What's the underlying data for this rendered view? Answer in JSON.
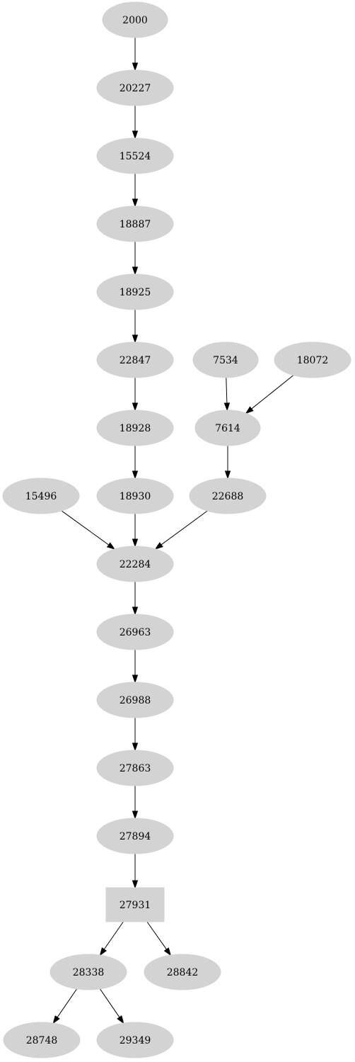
{
  "colors": {
    "node_fill": "#d3d3d3",
    "edge": "#000000",
    "text": "#000000",
    "background": "#ffffff"
  },
  "nodes": [
    {
      "id": "n2000",
      "label": "2000",
      "shape": "ellipse"
    },
    {
      "id": "n20227",
      "label": "20227",
      "shape": "ellipse"
    },
    {
      "id": "n15524",
      "label": "15524",
      "shape": "ellipse"
    },
    {
      "id": "n18887",
      "label": "18887",
      "shape": "ellipse"
    },
    {
      "id": "n18925",
      "label": "18925",
      "shape": "ellipse"
    },
    {
      "id": "n22847",
      "label": "22847",
      "shape": "ellipse"
    },
    {
      "id": "n7534",
      "label": "7534",
      "shape": "ellipse"
    },
    {
      "id": "n18072",
      "label": "18072",
      "shape": "ellipse"
    },
    {
      "id": "n18928",
      "label": "18928",
      "shape": "ellipse"
    },
    {
      "id": "n7614",
      "label": "7614",
      "shape": "ellipse"
    },
    {
      "id": "n15496",
      "label": "15496",
      "shape": "ellipse"
    },
    {
      "id": "n18930",
      "label": "18930",
      "shape": "ellipse"
    },
    {
      "id": "n22688",
      "label": "22688",
      "shape": "ellipse"
    },
    {
      "id": "n22284",
      "label": "22284",
      "shape": "ellipse"
    },
    {
      "id": "n26963",
      "label": "26963",
      "shape": "ellipse"
    },
    {
      "id": "n26988",
      "label": "26988",
      "shape": "ellipse"
    },
    {
      "id": "n27863",
      "label": "27863",
      "shape": "ellipse"
    },
    {
      "id": "n27894",
      "label": "27894",
      "shape": "ellipse"
    },
    {
      "id": "n27931",
      "label": "27931",
      "shape": "box"
    },
    {
      "id": "n28338",
      "label": "28338",
      "shape": "ellipse"
    },
    {
      "id": "n28842",
      "label": "28842",
      "shape": "ellipse"
    },
    {
      "id": "n28748",
      "label": "28748",
      "shape": "ellipse"
    },
    {
      "id": "n29349",
      "label": "29349",
      "shape": "ellipse"
    }
  ],
  "edges": [
    {
      "from": "n2000",
      "to": "n20227"
    },
    {
      "from": "n20227",
      "to": "n15524"
    },
    {
      "from": "n15524",
      "to": "n18887"
    },
    {
      "from": "n18887",
      "to": "n18925"
    },
    {
      "from": "n18925",
      "to": "n22847"
    },
    {
      "from": "n22847",
      "to": "n18928"
    },
    {
      "from": "n18928",
      "to": "n18930"
    },
    {
      "from": "n7534",
      "to": "n7614"
    },
    {
      "from": "n18072",
      "to": "n7614"
    },
    {
      "from": "n7614",
      "to": "n22688"
    },
    {
      "from": "n15496",
      "to": "n22284"
    },
    {
      "from": "n18930",
      "to": "n22284"
    },
    {
      "from": "n22688",
      "to": "n22284"
    },
    {
      "from": "n22284",
      "to": "n26963"
    },
    {
      "from": "n26963",
      "to": "n26988"
    },
    {
      "from": "n26988",
      "to": "n27863"
    },
    {
      "from": "n27863",
      "to": "n27894"
    },
    {
      "from": "n27894",
      "to": "n27931"
    },
    {
      "from": "n27931",
      "to": "n28338"
    },
    {
      "from": "n27931",
      "to": "n28842"
    },
    {
      "from": "n28338",
      "to": "n28748"
    },
    {
      "from": "n28338",
      "to": "n29349"
    }
  ]
}
